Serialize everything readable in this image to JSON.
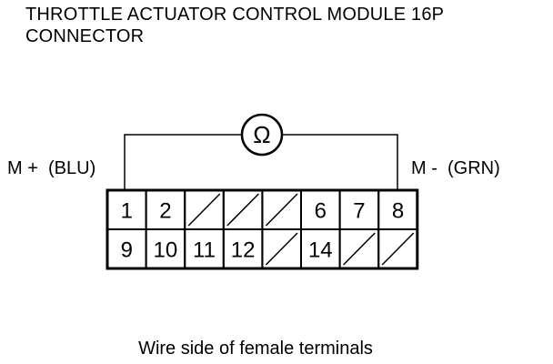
{
  "title": {
    "line1": "THROTTLE ACTUATOR CONTROL MODULE 16P",
    "line2": "CONNECTOR"
  },
  "meter": {
    "symbol": "Ω",
    "icon": "ohmmeter-icon"
  },
  "wires": {
    "left_label": "M +  (BLU)",
    "right_label": "M -  (GRN)"
  },
  "connector": {
    "rows": [
      [
        "1",
        "2",
        "",
        "",
        "",
        "6",
        "7",
        "8"
      ],
      [
        "9",
        "10",
        "11",
        "12",
        "",
        "14",
        "",
        ""
      ]
    ],
    "probe_left_terminal": "1",
    "probe_right_terminal": "8"
  },
  "caption": "Wire side of female terminals"
}
